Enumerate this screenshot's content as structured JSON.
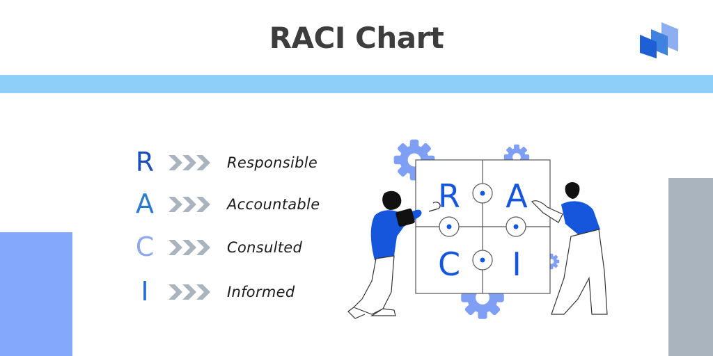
{
  "header": {
    "title": "RACI Chart",
    "logo_icon": "stacked-panels-logo-icon",
    "logo_colors": [
      "#1f5fd6",
      "#3f82e0",
      "#8eaef2"
    ]
  },
  "colors": {
    "band": "#8ecffa",
    "left_block": "#84a8fb",
    "right_block": "#aab4bf",
    "title_text": "#3d3d3d",
    "chevron": "#aab4bf",
    "gear": "#7f9ff5",
    "figure_blue": "#1656dc",
    "grid_letters": "#1656dc"
  },
  "legend": {
    "items": [
      {
        "letter": "R",
        "label": "Responsible",
        "color": "#1a4fb8",
        "icon": "triple-chevron-icon"
      },
      {
        "letter": "A",
        "label": "Accountable",
        "color": "#2a7ad0",
        "icon": "triple-chevron-icon"
      },
      {
        "letter": "C",
        "label": "Consulted",
        "color": "#8ea7ef",
        "icon": "triple-chevron-icon"
      },
      {
        "letter": "I",
        "label": "Informed",
        "color": "#2a6fd0",
        "icon": "triple-chevron-icon"
      }
    ]
  },
  "illustration": {
    "grid_letters": [
      "R",
      "A",
      "C",
      "I"
    ],
    "elements": [
      "gear-icon",
      "woman-figure",
      "man-figure",
      "raci-grid"
    ]
  }
}
